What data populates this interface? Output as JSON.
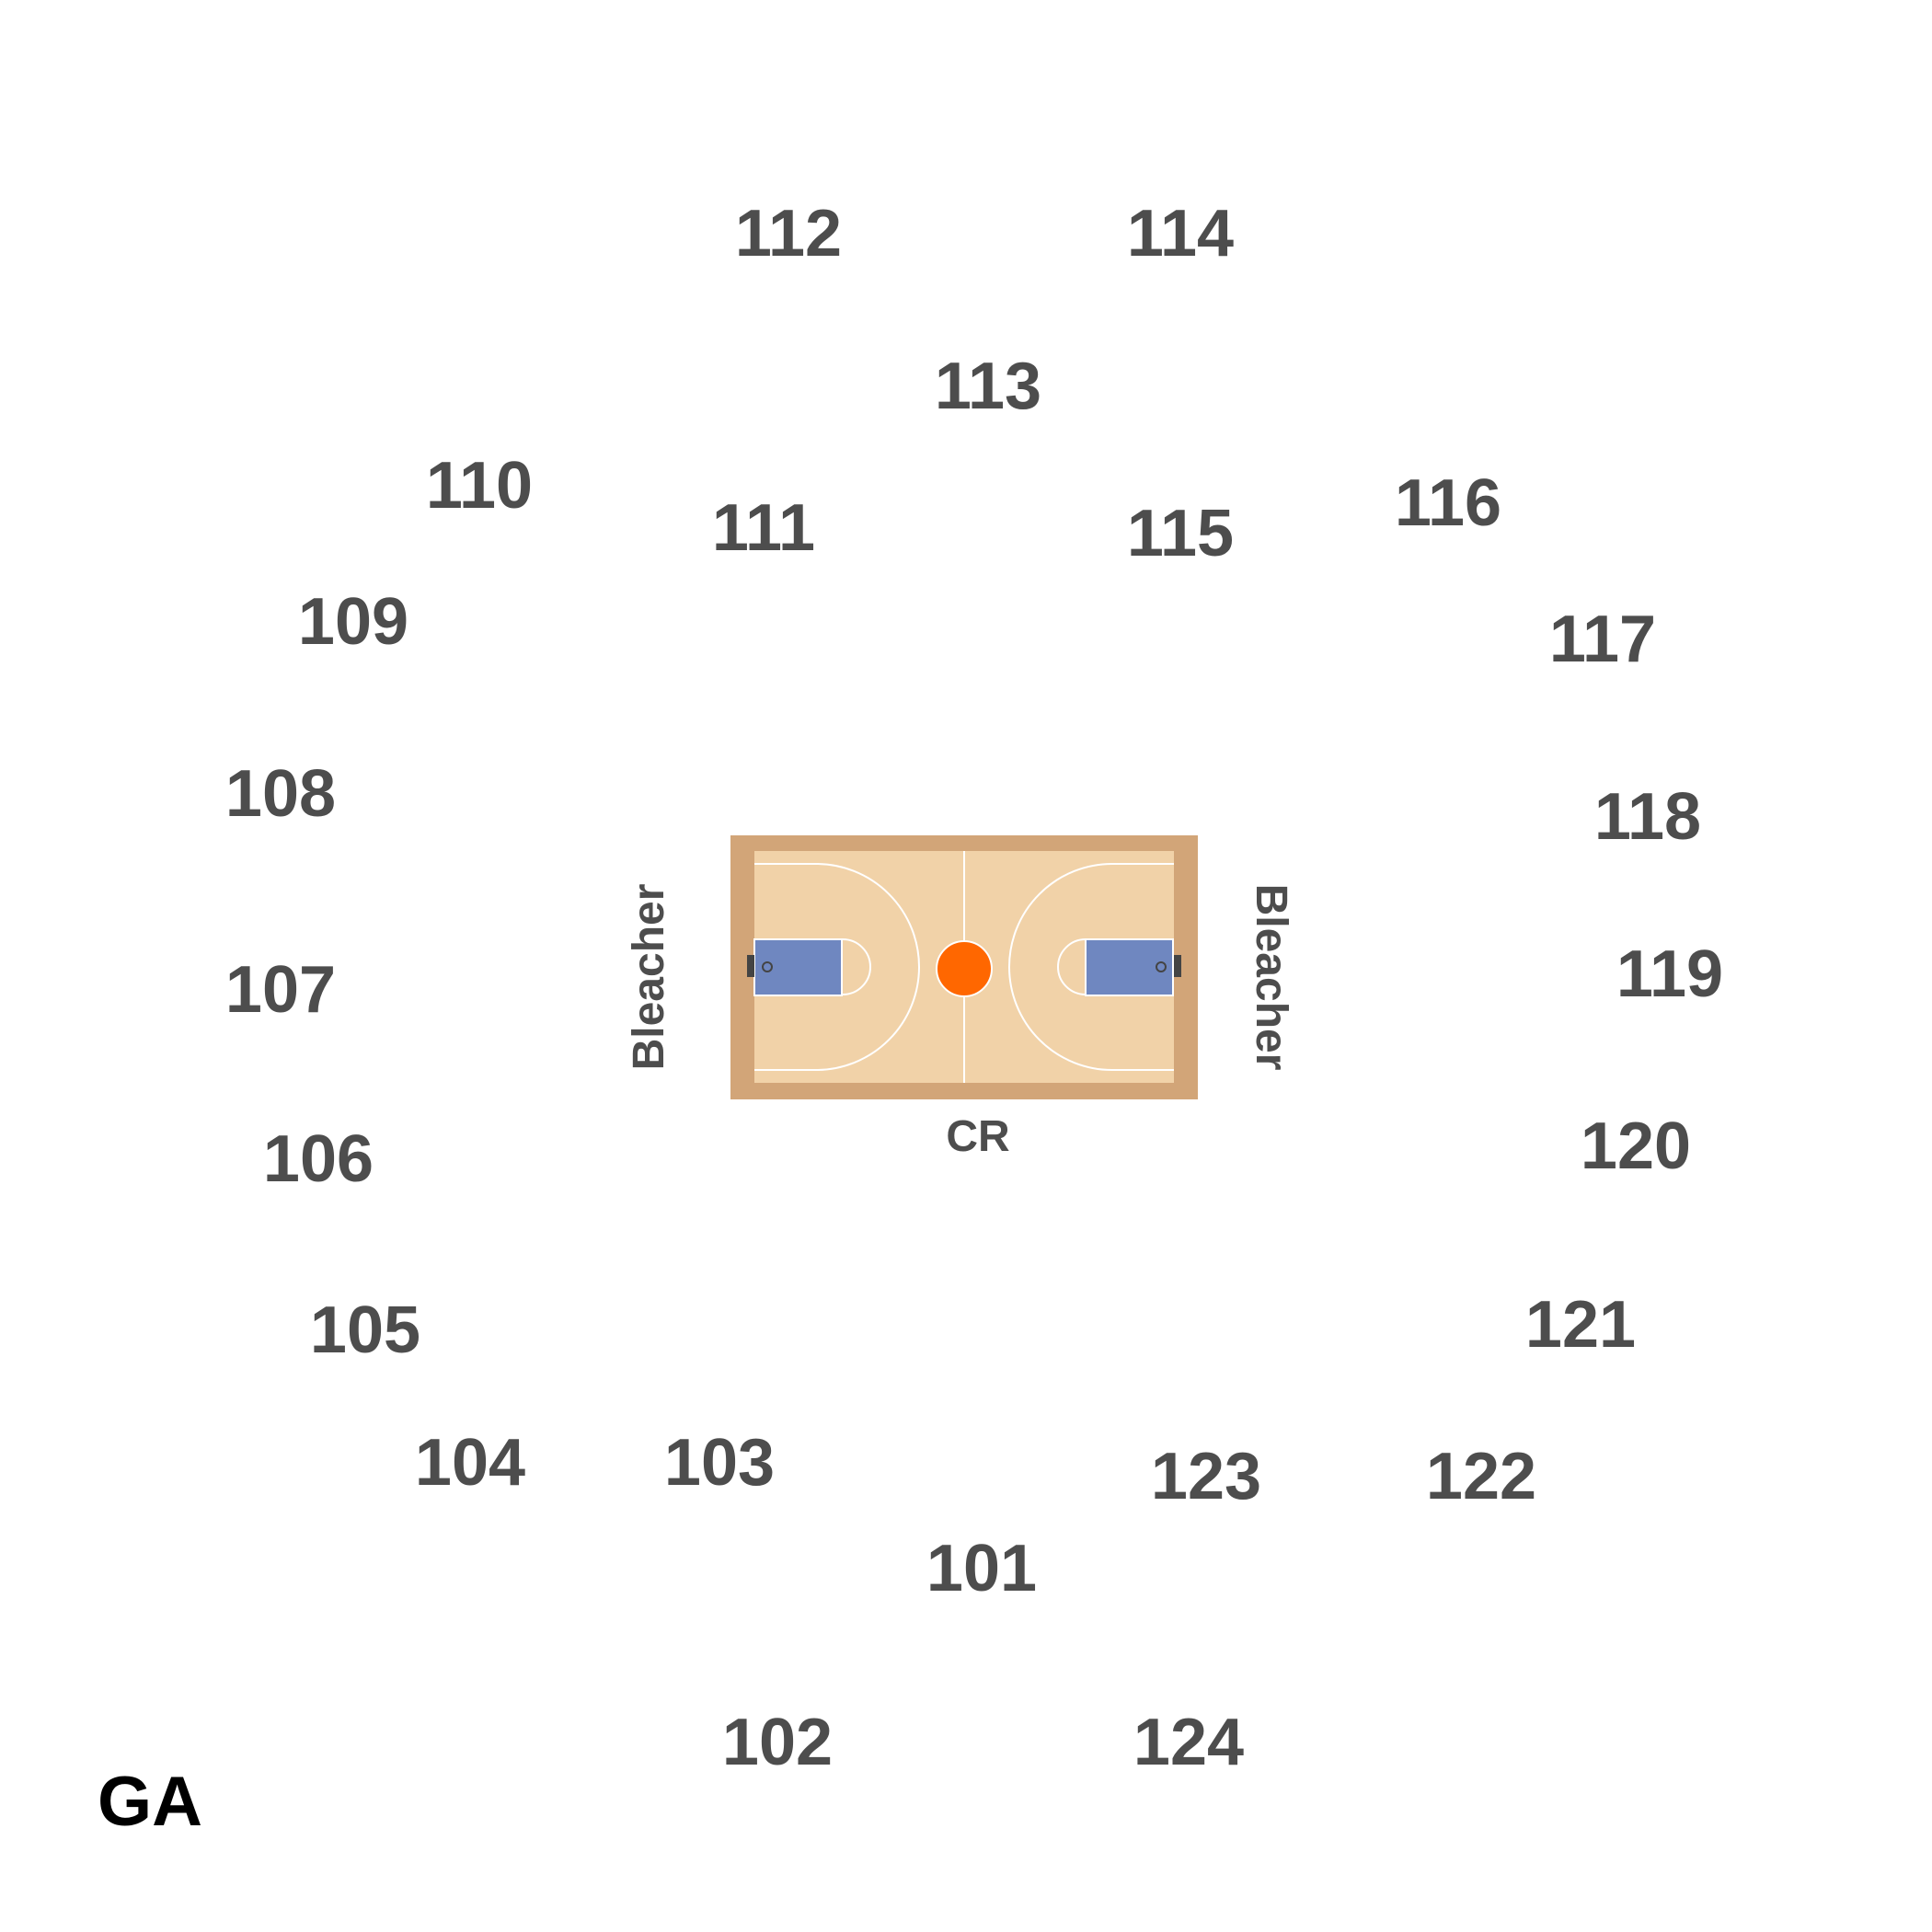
{
  "colors": {
    "section_text": "#4d4d4d",
    "ga_text": "#000000",
    "court_border": "#d2a578",
    "court_floor": "#f1d2a8",
    "court_lines": "#ffffff",
    "key_paint": "#6f87c0",
    "center_ball": "#ff6700",
    "backboard": "#444444"
  },
  "labels": {
    "bleacher_left": "Bleacher",
    "bleacher_right": "Bleacher",
    "courtside": "CR",
    "general_admission": "GA"
  },
  "sections": {
    "s101": "101",
    "s102": "102",
    "s103": "103",
    "s104": "104",
    "s105": "105",
    "s106": "106",
    "s107": "107",
    "s108": "108",
    "s109": "109",
    "s110": "110",
    "s111": "111",
    "s112": "112",
    "s113": "113",
    "s114": "114",
    "s115": "115",
    "s116": "116",
    "s117": "117",
    "s118": "118",
    "s119": "119",
    "s120": "120",
    "s121": "121",
    "s122": "122",
    "s123": "123",
    "s124": "124"
  }
}
